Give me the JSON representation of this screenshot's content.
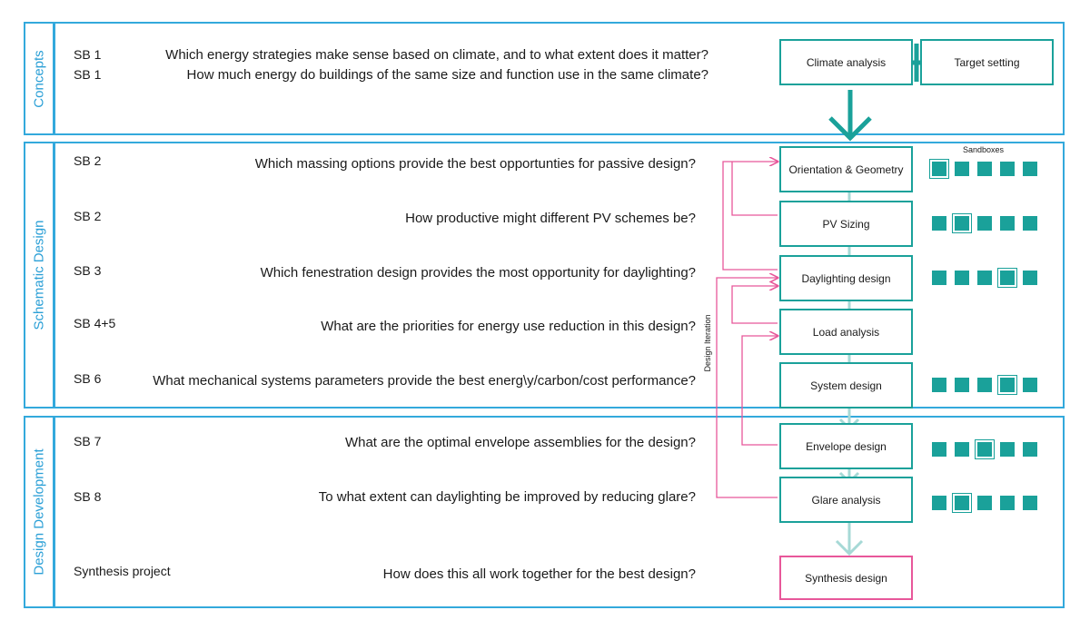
{
  "phases": {
    "concepts": "Concepts",
    "schematic": "Schematic Design",
    "development": "Design Development"
  },
  "rows": [
    {
      "sb": "SB 1",
      "question": "Which energy strategies make sense based on climate, and to what extent does it matter?"
    },
    {
      "sb": "SB 1",
      "question": "How much energy do buildings of the same size and function use in the same climate?"
    },
    {
      "sb": "SB 2",
      "question": "Which massing options provide the best opportunties for passive design?"
    },
    {
      "sb": "SB 2",
      "question": "How productive might different PV schemes be?"
    },
    {
      "sb": "SB 3",
      "question": "Which fenestration design provides the most opportunity for daylighting?"
    },
    {
      "sb": "SB 4+5",
      "question": "What are the priorities for energy use reduction in this design?"
    },
    {
      "sb": "SB 6",
      "question": "What mechanical systems parameters provide the best energ\\y/carbon/cost performance?"
    },
    {
      "sb": "SB 7",
      "question": "What are the optimal envelope assemblies for the design?"
    },
    {
      "sb": "SB 8",
      "question": "To what extent can daylighting be improved by reducing glare?"
    },
    {
      "sb": "Synthesis project",
      "question": "How does this all work together for the best design?"
    }
  ],
  "boxes": {
    "climate": "Climate analysis",
    "target": "Target setting",
    "orientation": "Orientation & Geometry",
    "pv": "PV Sizing",
    "daylighting": "Daylighting design",
    "load": "Load analysis",
    "system": "System design",
    "envelope": "Envelope design",
    "glare": "Glare analysis",
    "synthesis": "Synthesis design"
  },
  "sandboxes_label": "Sandboxes",
  "design_iteration_label": "Design Iteration",
  "sandbox_rows": [
    {
      "name": "orientation",
      "highlight": 1
    },
    {
      "name": "pv",
      "highlight": 2
    },
    {
      "name": "daylighting",
      "highlight": 4
    },
    {
      "name": "system",
      "highlight": 4
    },
    {
      "name": "envelope",
      "highlight": 3
    },
    {
      "name": "glare",
      "highlight": 2
    }
  ],
  "colors": {
    "teal": "#1aa19a",
    "blue": "#33a9dc",
    "pink": "#e8579a",
    "light_teal": "#a6d9d6"
  }
}
